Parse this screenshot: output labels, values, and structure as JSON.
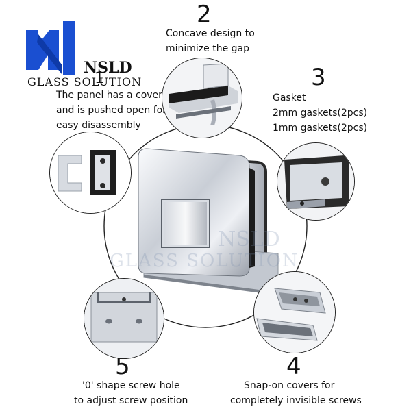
{
  "logo": {
    "brand": "NSLD",
    "tagline": "GLASS SOLUTION",
    "color": "#1a4fd1"
  },
  "watermark": {
    "brand": "NSLD",
    "tagline": "GLASS SOLUTION"
  },
  "features": [
    {
      "number": "1",
      "lines": [
        "The panel has a cover",
        "and is pushed open for",
        "easy disassembly"
      ]
    },
    {
      "number": "2",
      "lines": [
        "Concave design to",
        "minimize the gap"
      ]
    },
    {
      "number": "3",
      "lines": [
        "Gasket",
        "2mm gaskets(2pcs)",
        "1mm gaskets(2pcs)"
      ]
    },
    {
      "number": "4",
      "lines": [
        "Snap-on covers for",
        "completely invisible screws"
      ]
    },
    {
      "number": "5",
      "lines": [
        "'0' shape screw hole",
        "to adjust screw position"
      ]
    }
  ],
  "colors": {
    "outline": "#222222",
    "chrome_light": "#e8eaee",
    "chrome_mid": "#b9bec7",
    "chrome_dark": "#5d636c",
    "black_gasket": "#1b1b1b"
  }
}
